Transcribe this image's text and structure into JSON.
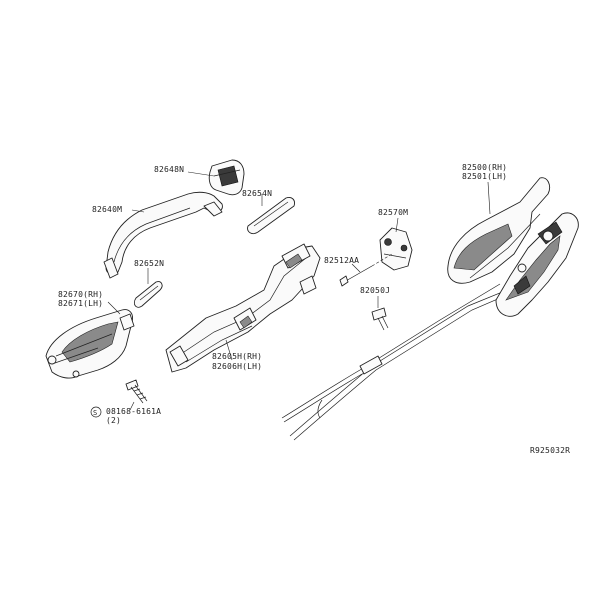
{
  "diagram": {
    "labels": {
      "p82648N": "82648N",
      "p82640M": "82640M",
      "p82654N": "82654N",
      "p82652N": "82652N",
      "p82670": "82670(RH)",
      "p82671": "82671(LH)",
      "p08168": "08168-6161A",
      "p08168_qty": "(2)",
      "p82605H": "82605H(RH)",
      "p82606H": "82606H(LH)",
      "p82570M": "82570M",
      "p82512AA": "82512AA",
      "p82050J": "82050J",
      "p82500": "82500(RH)",
      "p82501": "82501(LH)",
      "s_mark": "S",
      "ref": "R925032R"
    }
  }
}
